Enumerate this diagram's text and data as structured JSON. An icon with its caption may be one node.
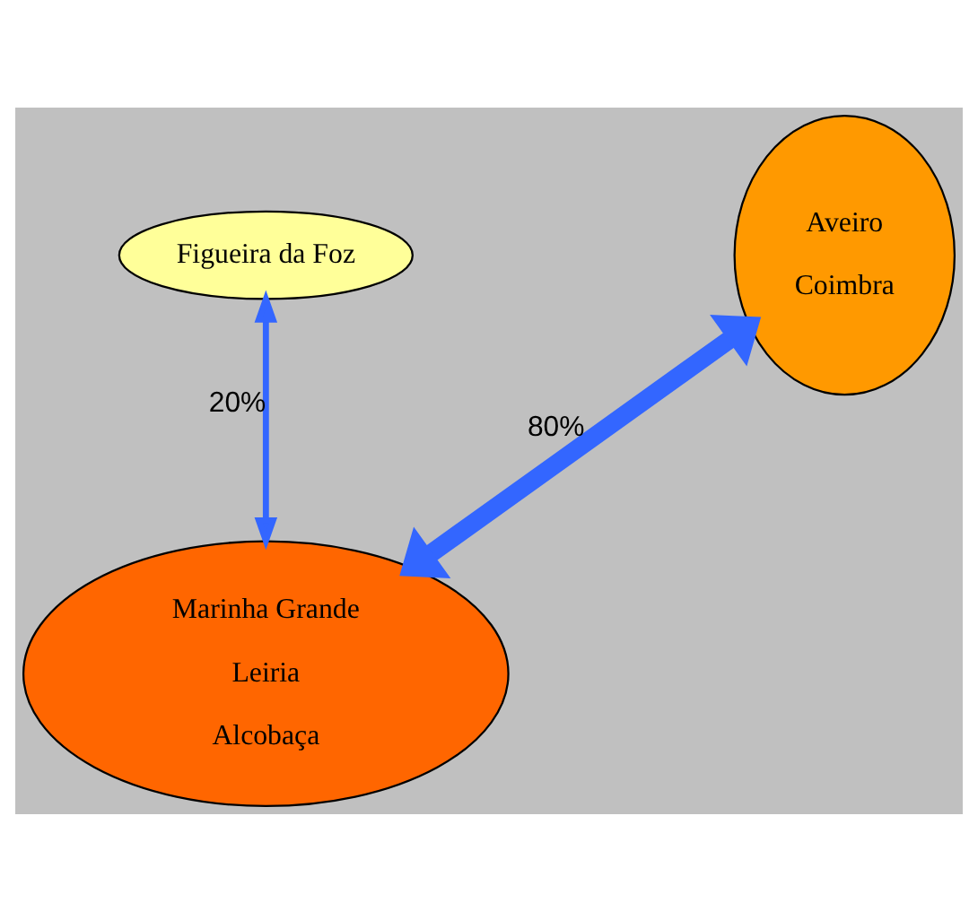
{
  "diagram": {
    "nodes": [
      {
        "text": [
          "Figueira da Foz"
        ]
      },
      {
        "text": [
          "Aveiro",
          "Coimbra"
        ]
      },
      {
        "text": [
          "Marinha Grande",
          "Leiria",
          "Alcobaça"
        ]
      }
    ],
    "edges": [
      {
        "from": 0,
        "to": 2,
        "arrow": "both",
        "label": "20%"
      },
      {
        "from": 2,
        "to": 1,
        "arrow": "both",
        "label": "80%",
        "style": "thick"
      }
    ]
  }
}
